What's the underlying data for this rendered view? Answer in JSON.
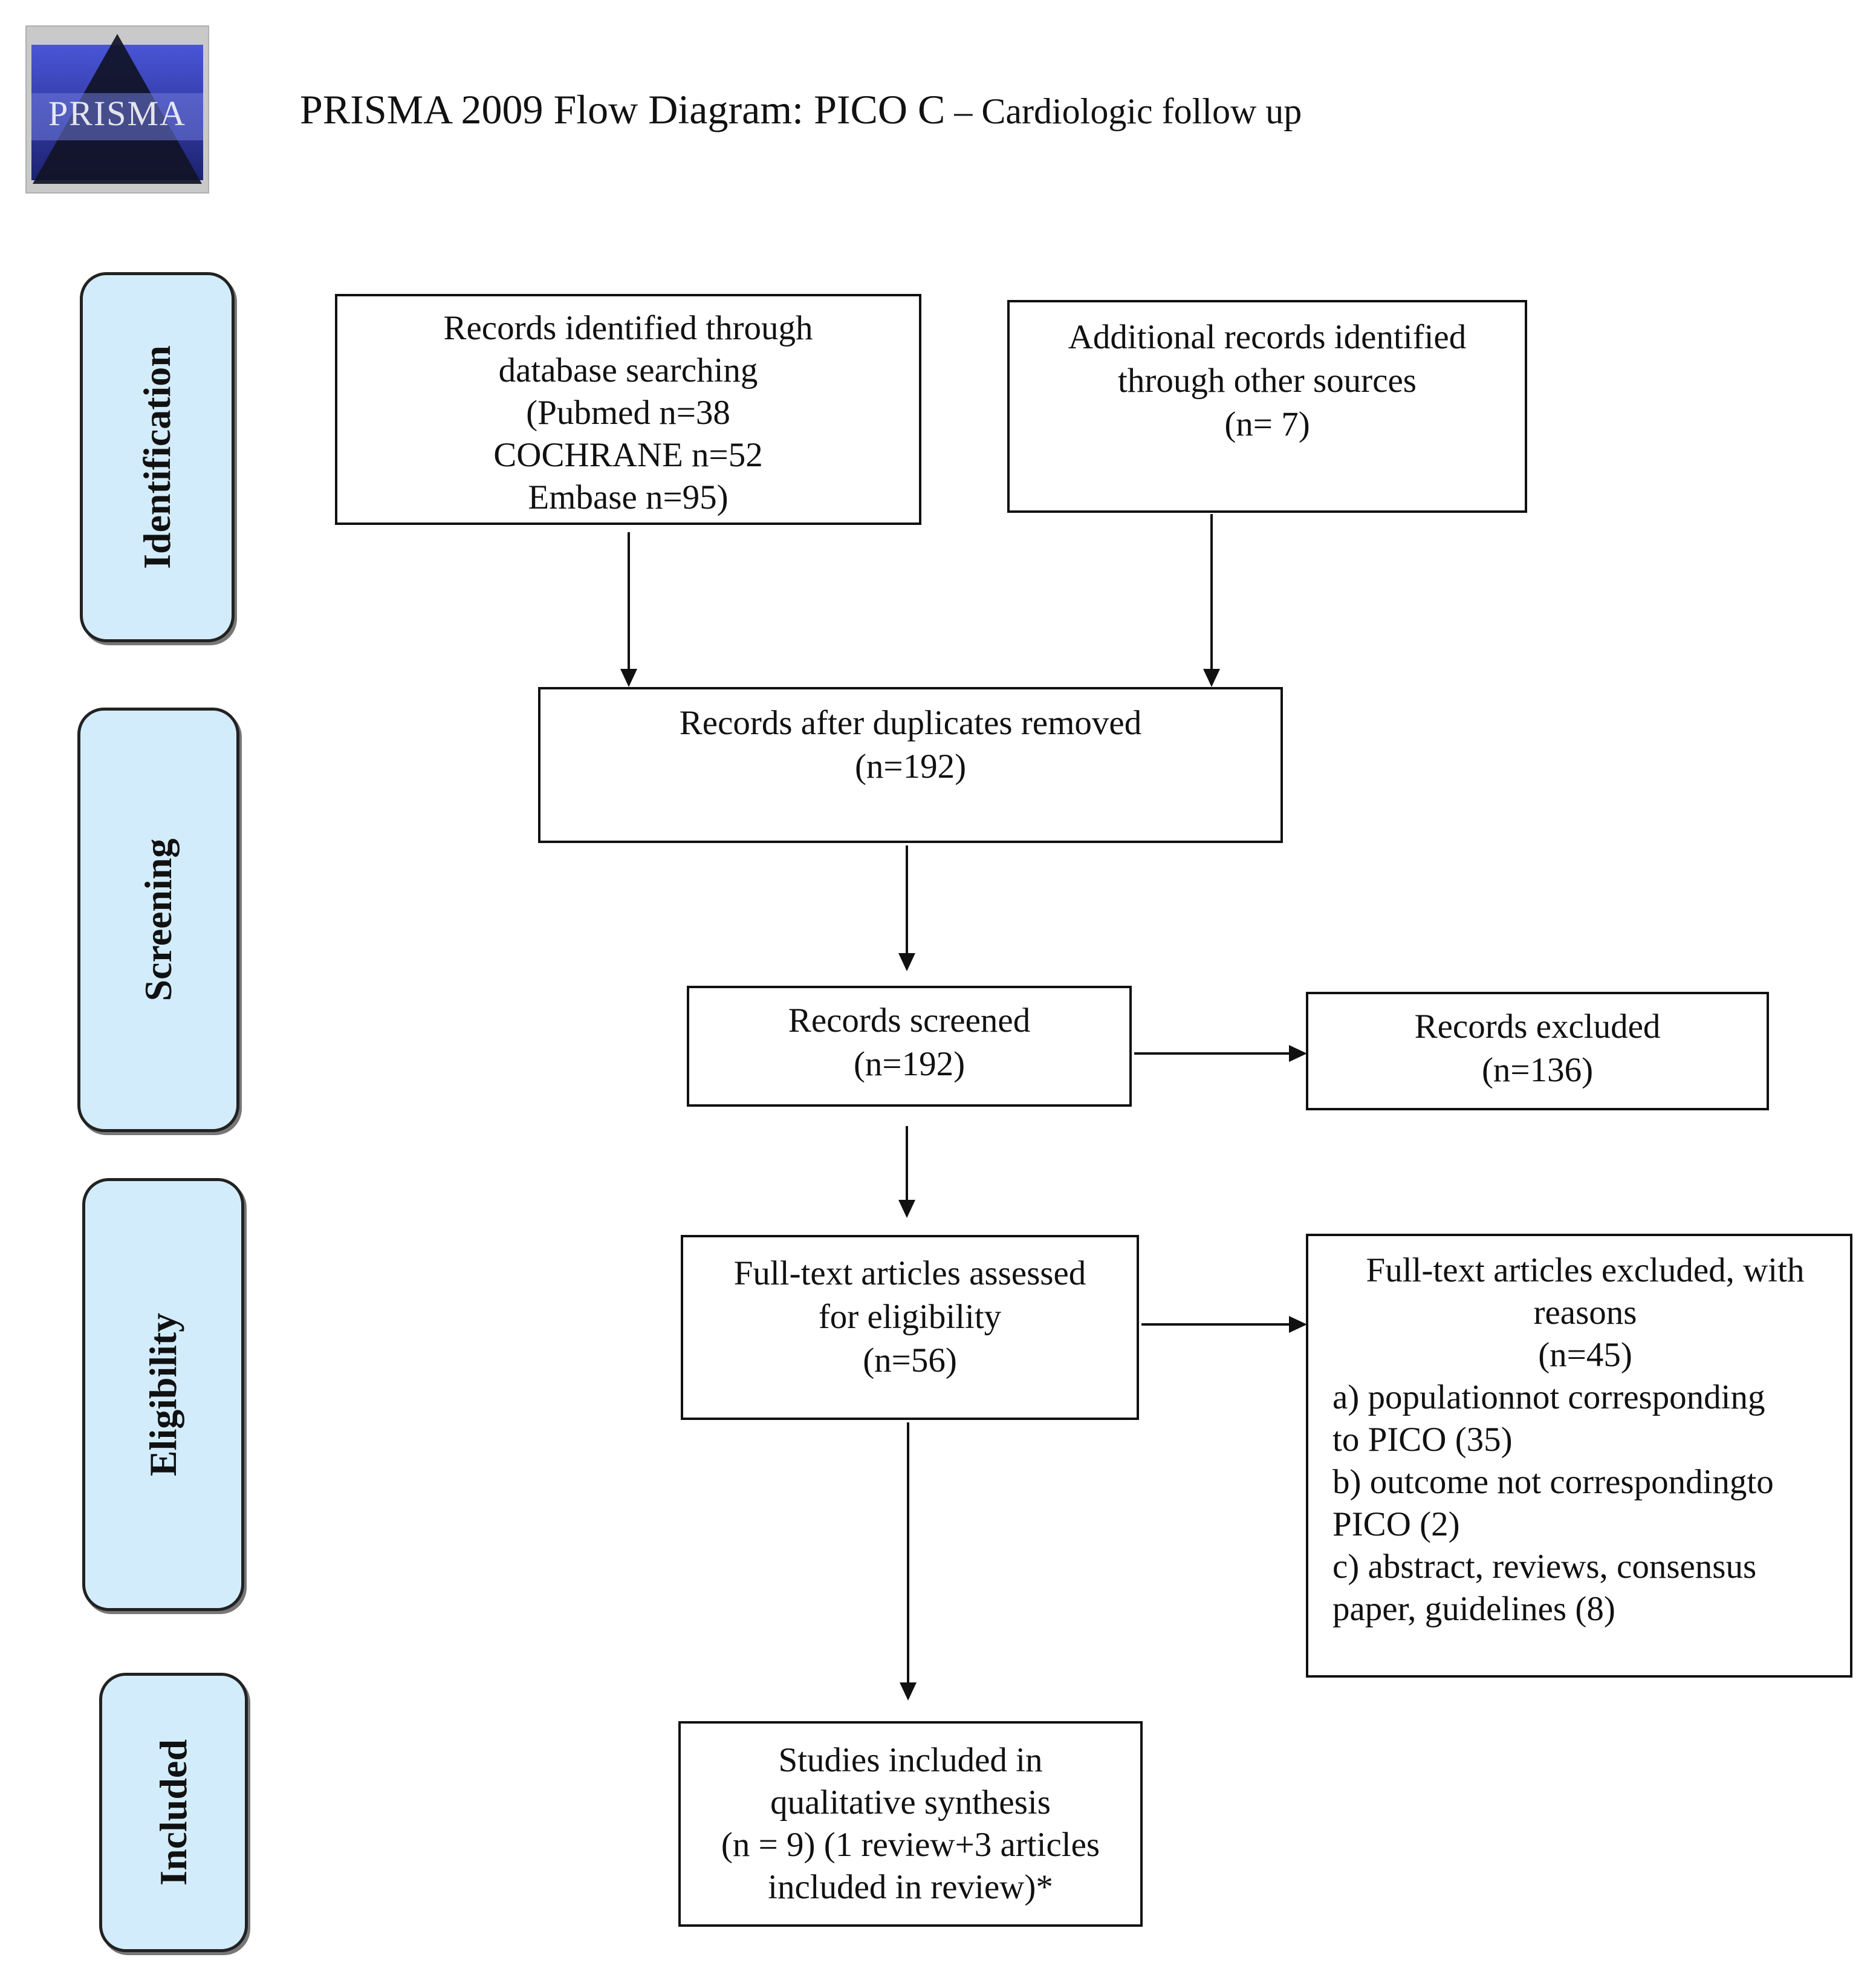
{
  "logo": {
    "text": "PRISMA"
  },
  "title": {
    "main": "PRISMA 2009 Flow Diagram: PICO C",
    "sub": " – Cardiologic follow up"
  },
  "stages": [
    "Identification",
    "Screening",
    "Eligibility",
    "Included"
  ],
  "boxes": {
    "db_search": [
      "Records identified through",
      "database searching",
      "(Pubmed n=38",
      "COCHRANE n=52",
      "Embase n=95)"
    ],
    "other_sources": [
      "Additional records identified",
      "through other sources",
      "(n= 7)"
    ],
    "duplicates_removed": [
      "Records after duplicates removed",
      "(n=192)"
    ],
    "screened": [
      "Records screened",
      "(n=192)"
    ],
    "excluded": [
      "Records excluded",
      "(n=136)"
    ],
    "fulltext_assessed": [
      "Full-text articles assessed",
      "for eligibility",
      "(n=56)"
    ],
    "fulltext_excluded": [
      "Full-text articles excluded, with",
      "reasons",
      "(n=45)",
      "a) populationnot corresponding",
      "to PICO (35)",
      "b) outcome not correspondingto",
      "PICO (2)",
      "c) abstract,  reviews, consensus",
      "paper, guidelines (8)"
    ],
    "included": [
      "Studies included in",
      "qualitative synthesis",
      "(n = 9) (1 review+3 articles",
      "included in review)*"
    ]
  },
  "colors": {
    "stage_fill": "#d3ecfb",
    "stroke": "#111111",
    "logo_dark": "#1b1b3a",
    "logo_blue": "#3a44c4"
  }
}
